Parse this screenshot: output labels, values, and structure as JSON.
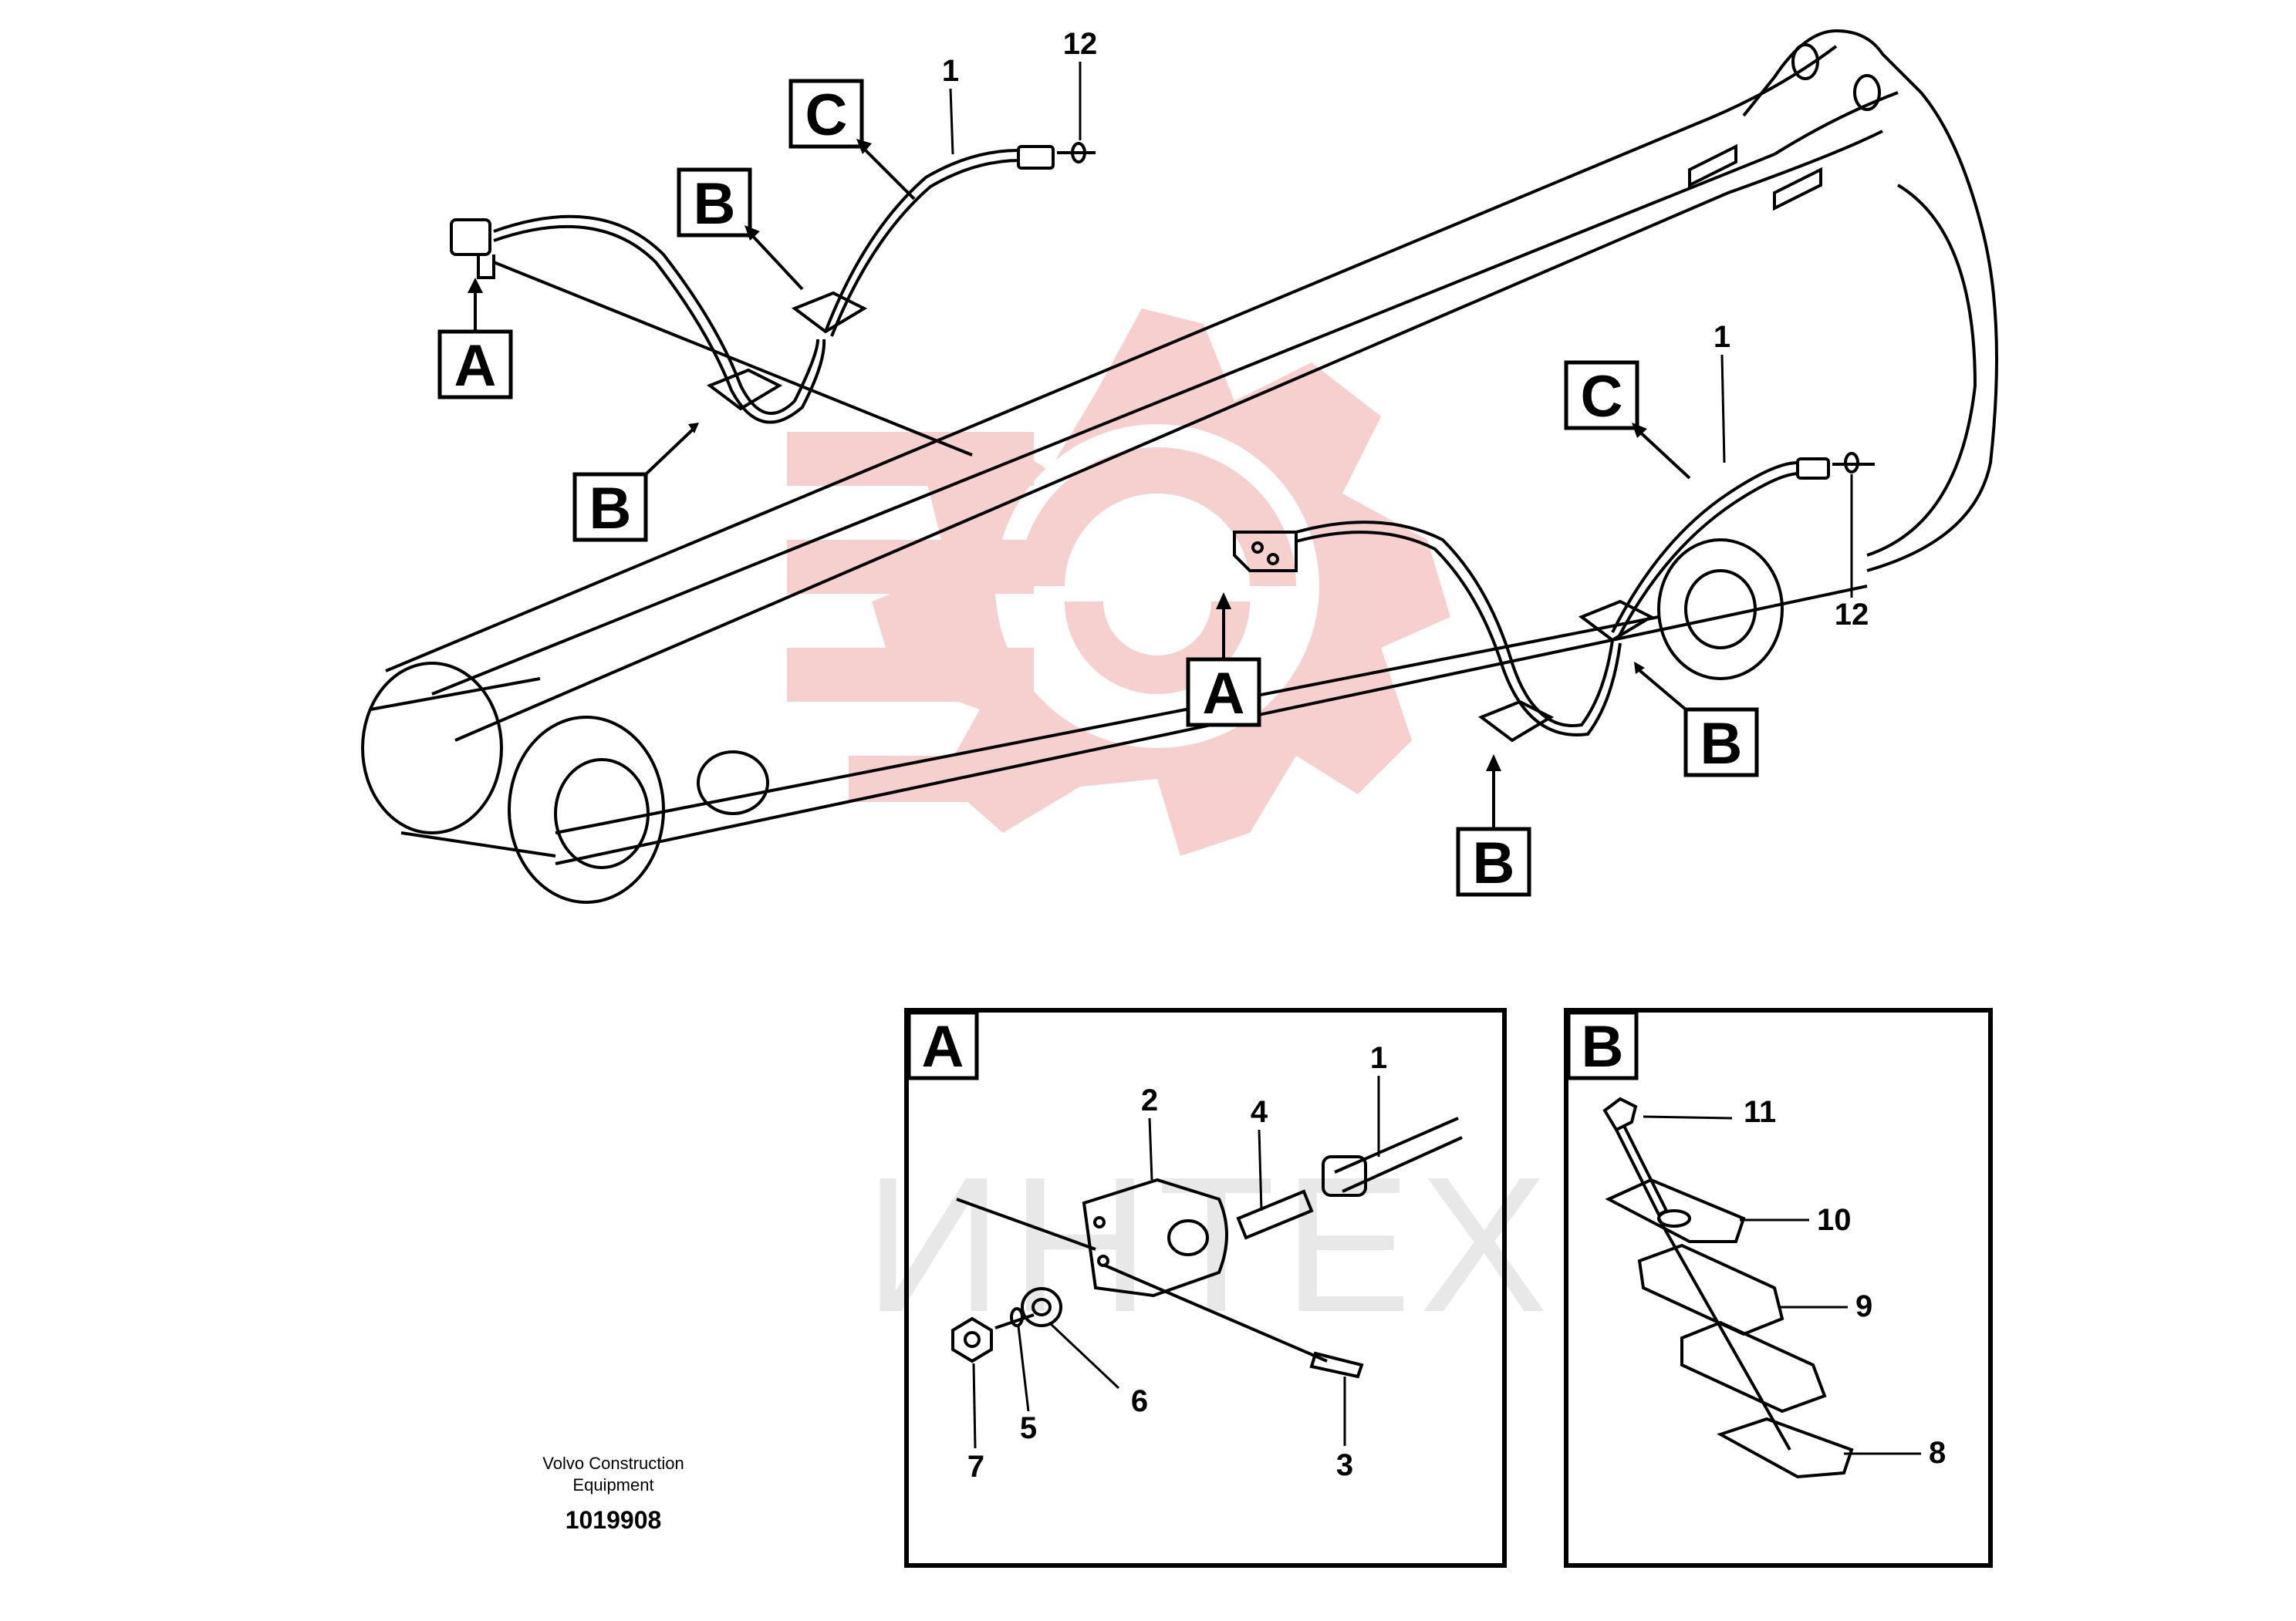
{
  "callout_letters": {
    "a": "A",
    "b": "B",
    "c": "C"
  },
  "part_numbers": [
    "1",
    "2",
    "3",
    "4",
    "5",
    "6",
    "7",
    "8",
    "9",
    "10",
    "11",
    "12"
  ],
  "detail_a_title": "A",
  "detail_b_title": "B",
  "caption": {
    "line1": "Volvo Construction",
    "line2": "Equipment",
    "doc_number": "1019908"
  },
  "watermark_text": "ИНТЕХ",
  "colors": {
    "line": "#000000",
    "watermark_red": "#f2b8b8",
    "watermark_gray": "#d9d9d9"
  }
}
